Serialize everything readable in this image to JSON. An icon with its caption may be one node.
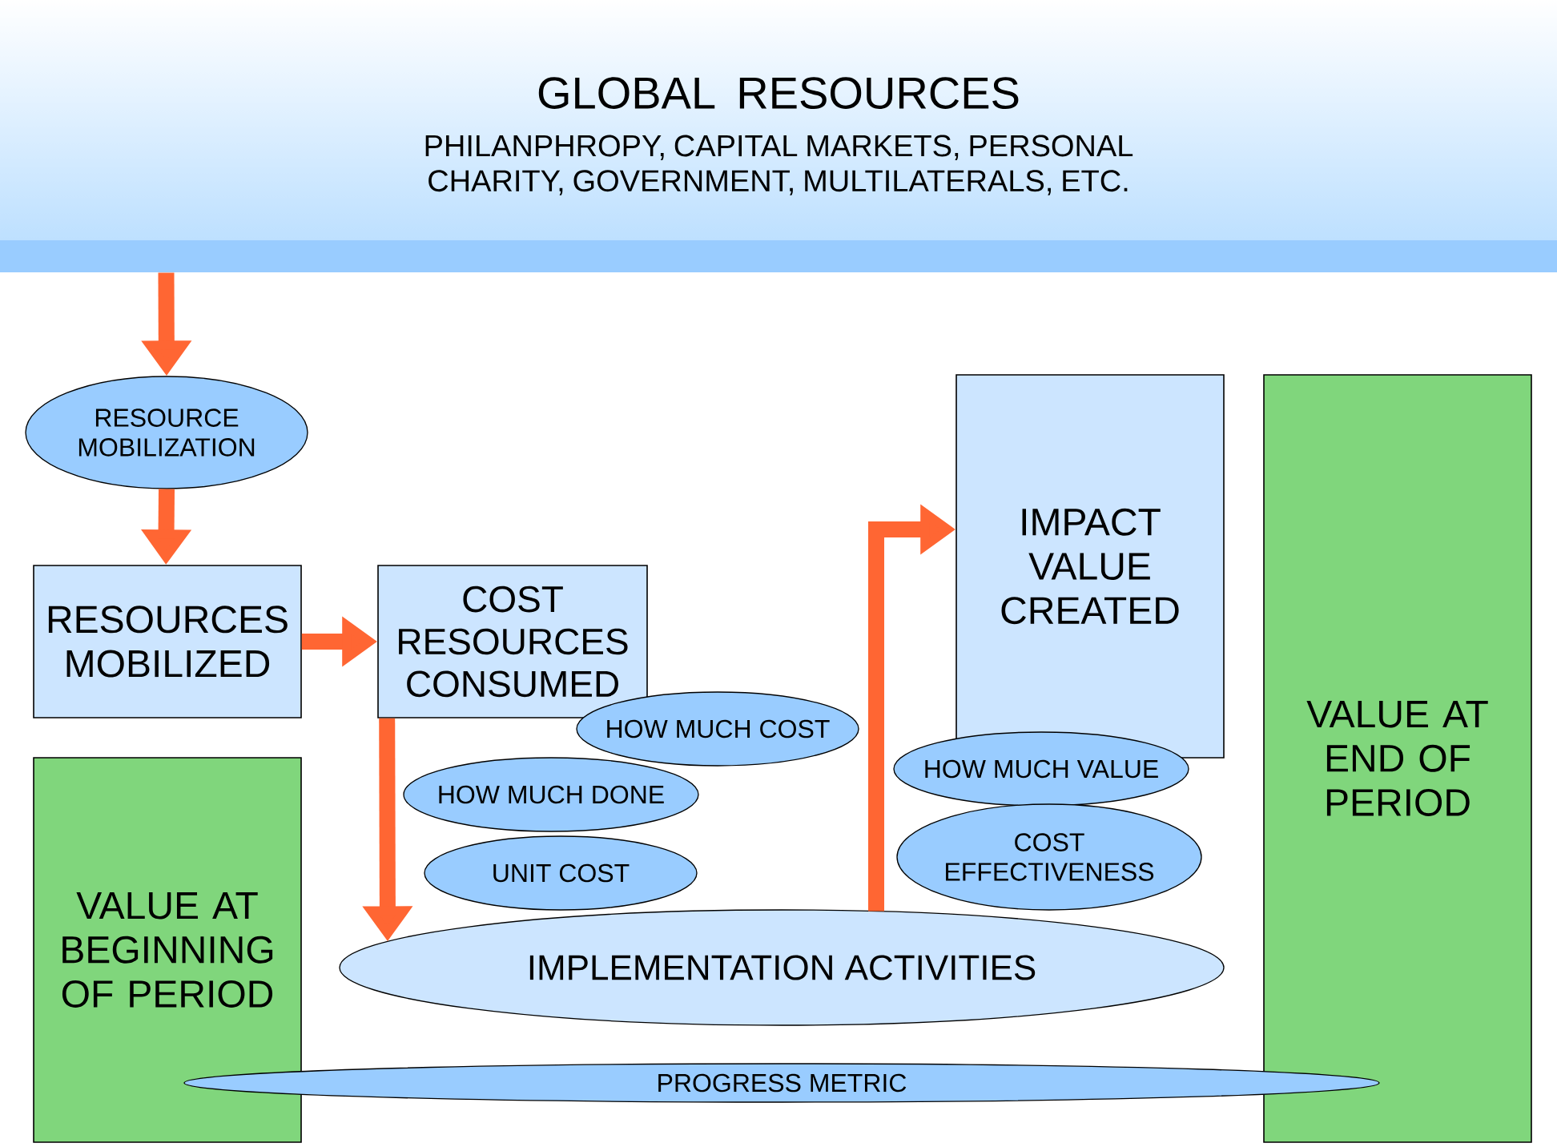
{
  "diagram": {
    "nodes": [
      {
        "text": [
          "GLOBAL RESOURCES",
          "PHILANPHROPY, CAPITAL MARKETS, PERSONAL CHARITY, GOVERNMENT, MULTILATERALS, ETC."
        ]
      },
      {
        "text": [
          "RESOURCE MOBILIZATION"
        ]
      },
      {
        "text": [
          "RESOURCES MOBILIZED"
        ]
      },
      {
        "text": [
          "COST RESOURCES CONSUMED"
        ]
      },
      {
        "text": [
          "IMPACT VALUE CREATED"
        ]
      },
      {
        "text": [
          "VALUE AT END OF PERIOD"
        ]
      },
      {
        "text": [
          "VALUE AT BEGINNING OF PERIOD"
        ]
      },
      {
        "text": [
          "HOW MUCH COST"
        ]
      },
      {
        "text": [
          "HOW MUCH DONE"
        ]
      },
      {
        "text": [
          "HOW MUCH VALUE"
        ]
      },
      {
        "text": [
          "UNIT COST"
        ]
      },
      {
        "text": [
          "COST EFFECTIVENESS"
        ]
      },
      {
        "text": [
          "IMPLEMENTATION ACTIVITIES"
        ]
      },
      {
        "text": [
          "PROGRESS METRIC"
        ]
      }
    ],
    "edges": [
      {
        "from": 0,
        "to": 1,
        "arrow": "to"
      },
      {
        "from": 1,
        "to": 2,
        "arrow": "to"
      },
      {
        "from": 2,
        "to": 3,
        "arrow": "to"
      },
      {
        "from": 3,
        "to": 12,
        "arrow": "to"
      },
      {
        "from": 12,
        "to": 4,
        "arrow": "to"
      }
    ]
  }
}
